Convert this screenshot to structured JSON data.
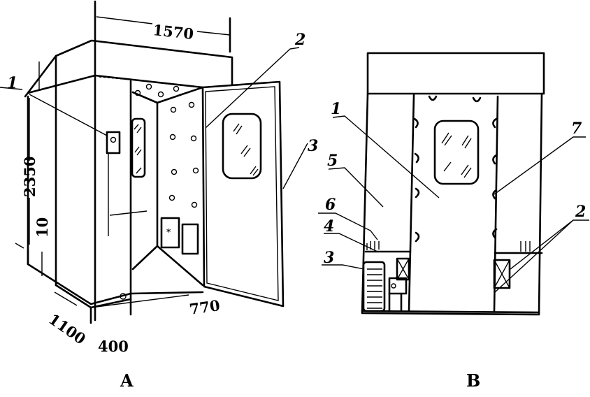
{
  "figure_a": {
    "caption": "A",
    "dimensions": {
      "width": "1570",
      "height": "2350",
      "base": "10",
      "depth": "1100",
      "front": "400",
      "opening": "770"
    },
    "callouts": [
      "1",
      "2",
      "3"
    ]
  },
  "figure_b": {
    "caption": "B",
    "callouts": [
      "1",
      "5",
      "6",
      "4",
      "3",
      "7",
      "2"
    ]
  }
}
